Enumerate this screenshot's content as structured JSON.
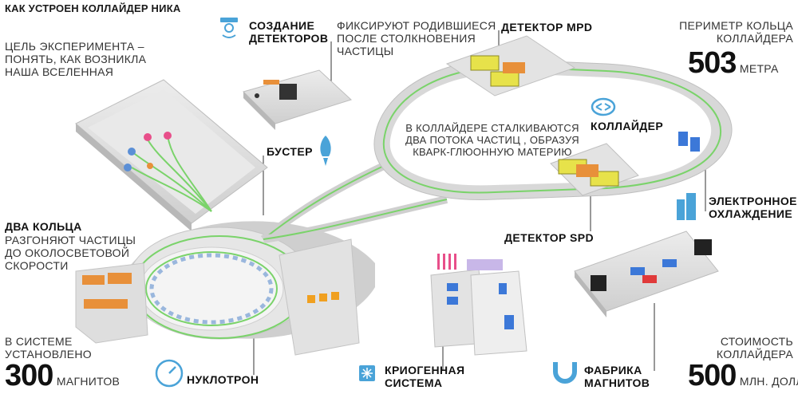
{
  "header": {
    "title": "КАК УСТРОЕН КОЛЛАЙДЕР НИКА"
  },
  "goal": {
    "lines": [
      "ЦЕЛЬ ЭКСПЕРИМЕНТА –",
      "ПОНЯТЬ, КАК ВОЗНИКЛА",
      "НАША ВСЕЛЕННАЯ"
    ]
  },
  "detectors_creation": {
    "label_lines": [
      "СОЗДАНИЕ",
      "ДЕТЕКТОРОВ"
    ],
    "icon": "detector-icon"
  },
  "fix_particles": {
    "lines": [
      "ФИКСИРУЮТ РОДИВШИЕСЯ",
      "ПОСЛЕ СТОЛКНОВЕНИЯ",
      "ЧАСТИЦЫ"
    ]
  },
  "detector_mpd": {
    "label": "ДЕТЕКТОР MPD"
  },
  "perimeter": {
    "label_lines": [
      "ПЕРИМЕТР КОЛЬЦА",
      "КОЛЛАЙДЕРА"
    ],
    "value": "503",
    "unit": "МЕТРА"
  },
  "collider": {
    "label": "КОЛЛАЙДЕР",
    "icon": "collider-icon",
    "description": [
      "В КОЛЛАЙДЕРЕ СТАЛКИВАЮТСЯ",
      "ДВА ПОТОКА ЧАСТИЦ , ОБРАЗУЯ",
      "КВАРК-ГЛЮОННУЮ МАТЕРИЮ"
    ]
  },
  "booster": {
    "label": "БУСТЕР",
    "icon": "rocket-icon"
  },
  "two_rings": {
    "label": "ДВА КОЛЬЦА",
    "lines": [
      "РАЗГОНЯЮТ ЧАСТИЦЫ",
      "ДО ОКОЛОСВЕТОВОЙ",
      "СКОРОСТИ"
    ]
  },
  "detector_spd": {
    "label": "ДЕТЕКТОР SPD"
  },
  "electron_cooling": {
    "label_lines": [
      "ЭЛЕКТРОННОЕ",
      "ОХЛАЖДЕНИЕ"
    ],
    "icon": "building-icon"
  },
  "magnets": {
    "lines": [
      "В СИСТЕМЕ",
      "УСТАНОВЛЕНО"
    ],
    "value": "300",
    "unit": "МАГНИТОВ"
  },
  "nuclotron": {
    "label": "НУКЛОТРОН",
    "icon": "speedometer-icon"
  },
  "cryogenic": {
    "label_lines": [
      "КРИОГЕННАЯ",
      "СИСТЕМА"
    ],
    "icon": "snowflake-icon"
  },
  "magnet_factory": {
    "label_lines": [
      "ФАБРИКА",
      "МАГНИТОВ"
    ],
    "icon": "magnet-icon"
  },
  "cost": {
    "label_lines": [
      "СТОИМОСТЬ",
      "КОЛЛАЙДЕРА"
    ],
    "value": "500",
    "unit": "МЛН. ДОЛЛ."
  },
  "colors": {
    "accent": "#4aa3d8",
    "beam": "#7ad36a",
    "building": "#d9d9d9",
    "detector_yellow": "#e7e24a",
    "magnet_orange": "#e8903a"
  }
}
